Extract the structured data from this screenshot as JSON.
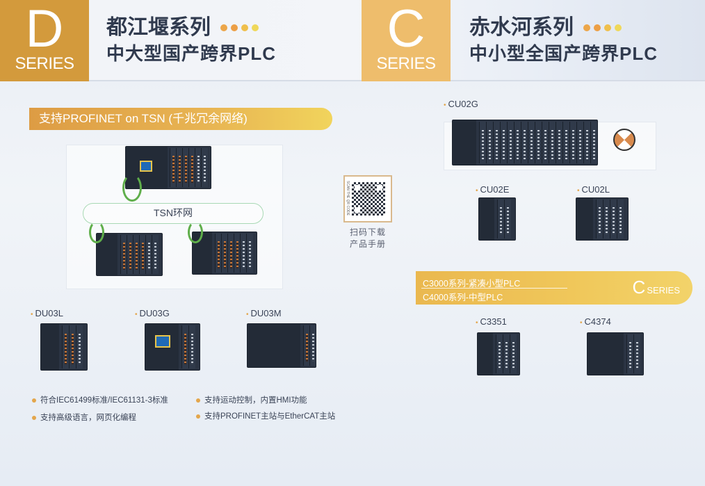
{
  "header": {
    "d_series": {
      "letter": "D",
      "series_label": "SERIES",
      "title": "都江堰系列",
      "subtitle": "中大型国产跨界PLC",
      "box_color": "#d39a3c"
    },
    "c_series": {
      "letter": "C",
      "series_label": "SERIES",
      "title": "赤水河系列",
      "subtitle": "中小型全国产跨界PLC",
      "box_color": "#eebd6c"
    },
    "dot_colors": [
      "#eca64a",
      "#ec9f46",
      "#efbf4c",
      "#efd85a"
    ]
  },
  "d_section": {
    "banner": "支持PROFINET on TSN (千兆冗余网络)",
    "tsn_ring_label": "TSN环网",
    "products": [
      {
        "name": "DU03L"
      },
      {
        "name": "DU03G"
      },
      {
        "name": "DU03M"
      }
    ],
    "features": [
      "符合IEC61499标准/IEC61131-3标准",
      "支持运动控制，内置HMI功能",
      "支持高级语言，网页化编程",
      "支持PROFINET主站与EtherCAT主站"
    ]
  },
  "qr": {
    "side_text": "SCAN THE QR CODE",
    "caption_line1": "扫码下载",
    "caption_line2": "产品手册"
  },
  "c_section": {
    "products_top": [
      {
        "name": "CU02G"
      },
      {
        "name": "CU02E"
      },
      {
        "name": "CU02L"
      }
    ],
    "banner": {
      "line1": "C3000系列-紧凑小型PLC",
      "line2": "C4000系列-中型PLC",
      "badge_letter": "C",
      "badge_label": "SERIES"
    },
    "products_bottom": [
      {
        "name": "C3351"
      },
      {
        "name": "C4374"
      }
    ]
  }
}
